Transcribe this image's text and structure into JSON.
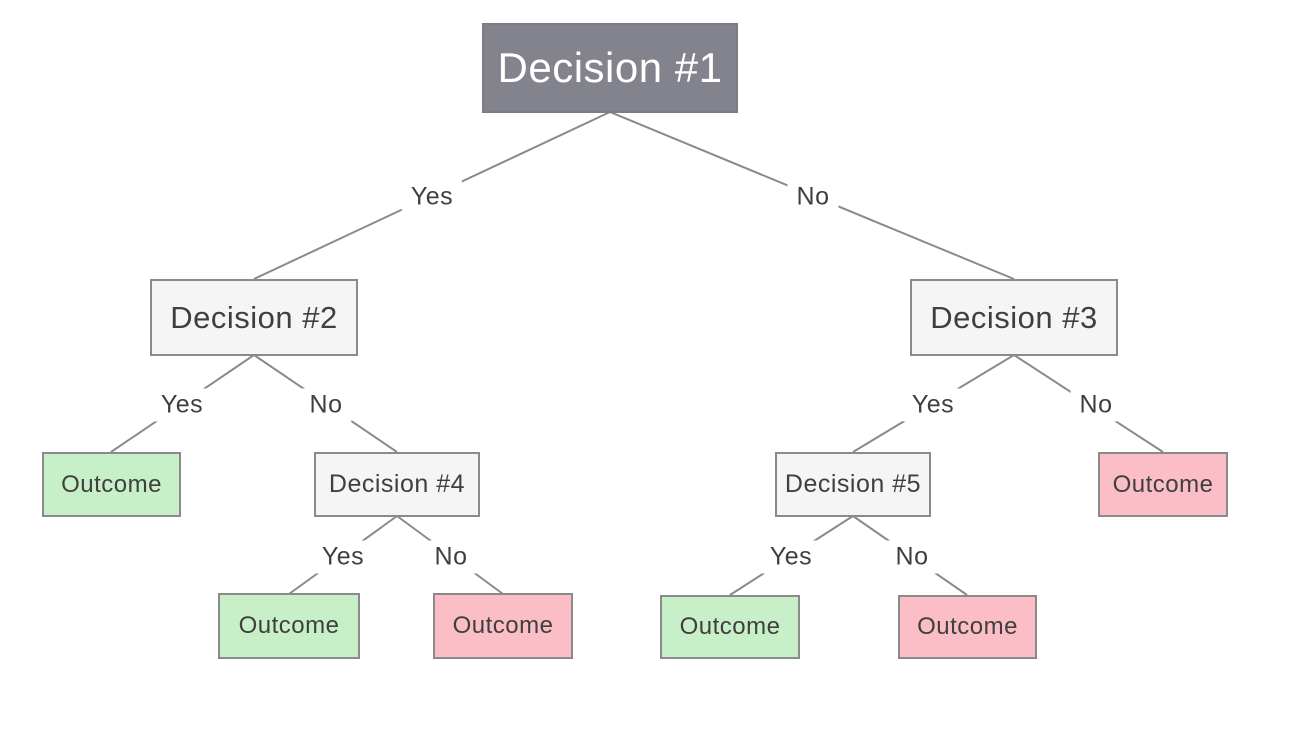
{
  "diagram": {
    "type": "decision-tree",
    "colors": {
      "background": "#ffffff",
      "root_fill": "#83838d",
      "root_text": "#ffffff",
      "decision_fill": "#f5f5f5",
      "outcome_positive_fill": "#c8f0c8",
      "outcome_negative_fill": "#fbbec6",
      "node_border": "#8a8a8a",
      "edge_line": "#8a8a8a",
      "text": "#3f3f3f"
    },
    "nodes": [
      {
        "id": "decision-1",
        "label": "Decision #1",
        "kind": "root-decision"
      },
      {
        "id": "decision-2",
        "label": "Decision #2",
        "kind": "decision"
      },
      {
        "id": "decision-3",
        "label": "Decision #3",
        "kind": "decision"
      },
      {
        "id": "outcome-1",
        "label": "Outcome",
        "kind": "outcome-positive"
      },
      {
        "id": "decision-4",
        "label": "Decision #4",
        "kind": "decision"
      },
      {
        "id": "decision-5",
        "label": "Decision #5",
        "kind": "decision"
      },
      {
        "id": "outcome-2",
        "label": "Outcome",
        "kind": "outcome-negative"
      },
      {
        "id": "outcome-3",
        "label": "Outcome",
        "kind": "outcome-positive"
      },
      {
        "id": "outcome-4",
        "label": "Outcome",
        "kind": "outcome-negative"
      },
      {
        "id": "outcome-5",
        "label": "Outcome",
        "kind": "outcome-positive"
      },
      {
        "id": "outcome-6",
        "label": "Outcome",
        "kind": "outcome-negative"
      }
    ],
    "edges": [
      {
        "from": "decision-1",
        "to": "decision-2",
        "label": "Yes"
      },
      {
        "from": "decision-1",
        "to": "decision-3",
        "label": "No"
      },
      {
        "from": "decision-2",
        "to": "outcome-1",
        "label": "Yes"
      },
      {
        "from": "decision-2",
        "to": "decision-4",
        "label": "No"
      },
      {
        "from": "decision-4",
        "to": "outcome-3",
        "label": "Yes"
      },
      {
        "from": "decision-4",
        "to": "outcome-4",
        "label": "No"
      },
      {
        "from": "decision-3",
        "to": "decision-5",
        "label": "Yes"
      },
      {
        "from": "decision-3",
        "to": "outcome-2",
        "label": "No"
      },
      {
        "from": "decision-5",
        "to": "outcome-5",
        "label": "Yes"
      },
      {
        "from": "decision-5",
        "to": "outcome-6",
        "label": "No"
      }
    ]
  }
}
